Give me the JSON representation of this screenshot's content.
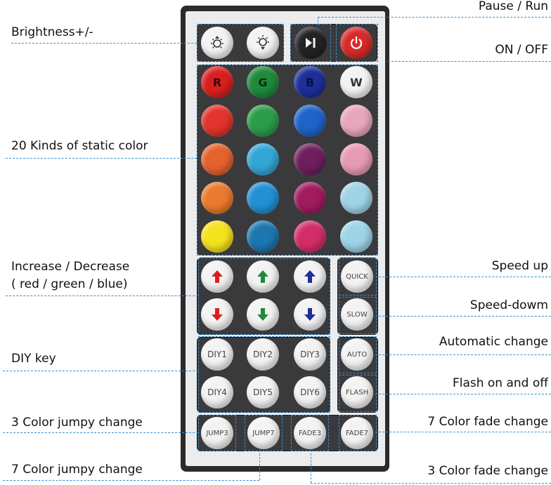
{
  "labels": {
    "brightness": "Brightness+/-",
    "pause_run": "Pause / Run",
    "on_off": "ON / OFF",
    "static_color": "20 Kinds of static color",
    "inc_dec_1": "Increase / Decrease",
    "inc_dec_2": "( red / green / blue)",
    "speed_up": "Speed up",
    "speed_down": "Speed-dowm",
    "diy_key": "DIY key",
    "auto_change": "Automatic change",
    "flash": "Flash on and off",
    "jump3": "3 Color jumpy change",
    "fade7": "7 Color fade change",
    "jump7": "7 Color jumpy change",
    "fade3": "3 Color fade change"
  },
  "buttons": {
    "r": "R",
    "g": "G",
    "b": "B",
    "w": "W",
    "quick": "QUICK",
    "slow": "SLOW",
    "auto": "AUTO",
    "flash": "FLASH",
    "diy1": "DIY1",
    "diy2": "DIY2",
    "diy3": "DIY3",
    "diy4": "DIY4",
    "diy5": "DIY5",
    "diy6": "DIY6",
    "jump3": "JUMP3",
    "jump7": "JUMP7",
    "fade3": "FADE3",
    "fade7": "FADE7"
  },
  "colors": {
    "row1": [
      "#d9201f",
      "#1f8a3b",
      "#1c2f9a",
      "#f3f3f3"
    ],
    "row2": [
      "#e2342c",
      "#2b9c48",
      "#1f63c8",
      "#e8a6bd"
    ],
    "row3": [
      "#e5622d",
      "#33a6d6",
      "#6e1f5e",
      "#e79ab4"
    ],
    "row4": [
      "#ea7a2d",
      "#2190d4",
      "#a11b5e",
      "#9fd3e6"
    ],
    "row5": [
      "#f4e21c",
      "#1c77b0",
      "#d32d68",
      "#9ed3e8"
    ],
    "dashed_line": "#3a8fcf"
  }
}
